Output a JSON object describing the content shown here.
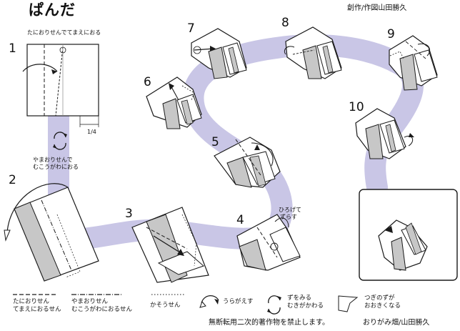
{
  "title": "ぱんだ",
  "credit": "創作/作図山田勝久",
  "steps": [
    {
      "number": "1"
    },
    {
      "number": "2"
    },
    {
      "number": "3"
    },
    {
      "number": "4"
    },
    {
      "number": "5"
    },
    {
      "number": "6"
    },
    {
      "number": "7"
    },
    {
      "number": "8"
    },
    {
      "number": "9"
    },
    {
      "number": "10"
    }
  ],
  "notes": {
    "step1": "たにおりせんでてまえにおる",
    "step1_measure": "1/4",
    "step2_line1": "やまおりせんで",
    "step2_line2": "むこうがわにおる",
    "step4_line1": "ひろげて",
    "step4_line2": "ずらす"
  },
  "legend": {
    "valley_line1": "たにおりせん",
    "valley_line2": "てまえにおるせん",
    "mountain_line1": "やまおりせん",
    "mountain_line2": "むこうがわにおるせん",
    "hidden": "かそうせん",
    "turn_over": "うらがえす",
    "rotate_line1": "ずをみる",
    "rotate_line2": "むきがかわる",
    "enlarge_line1": "つぎのずが",
    "enlarge_line2": "おおきくなる"
  },
  "footer": {
    "copyright": "無断転用二次的著作物を禁止します。",
    "site": "おりがみ畑/山田勝久"
  },
  "colors": {
    "path": "#c9c6e6",
    "paper_gray": "#c7c7c7",
    "line": "#1a1a1a"
  }
}
